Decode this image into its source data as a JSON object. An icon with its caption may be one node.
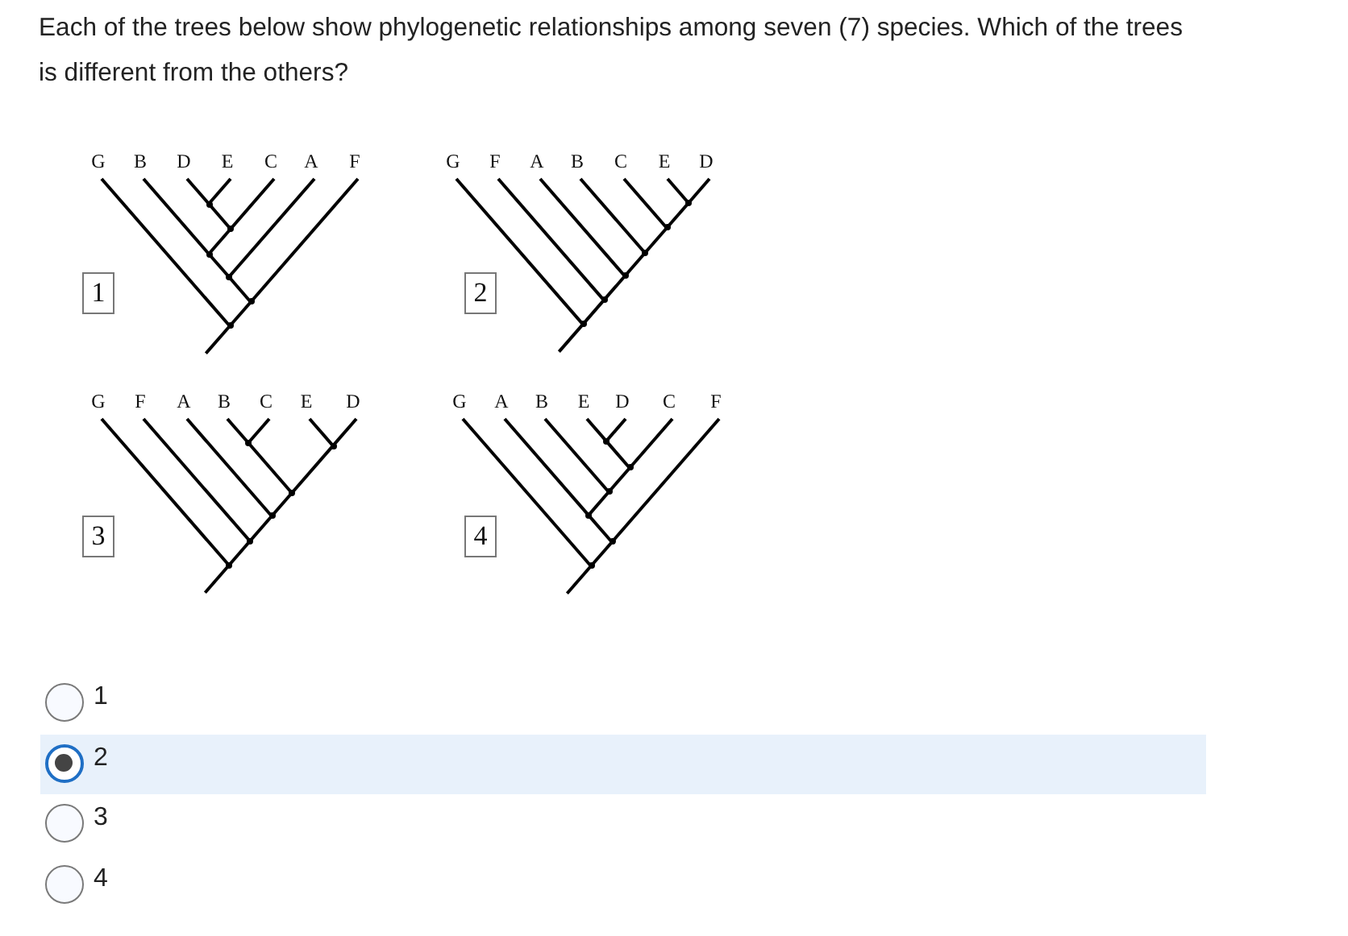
{
  "diagram": {
    "title": "Each of the trees below show phylogenetic relationships among seven (7) species. Which of the trees is different from the others?",
    "nodes": [
      {
        "text": [
          "G"
        ]
      },
      {
        "text": [
          "B"
        ]
      },
      {
        "text": [
          "D"
        ]
      },
      {
        "text": [
          "E"
        ]
      },
      {
        "text": [
          "C"
        ]
      },
      {
        "text": [
          "A"
        ]
      },
      {
        "text": [
          "F"
        ]
      },
      {
        "text": [],
        "shape": "point"
      },
      {
        "text": [],
        "shape": "point"
      },
      {
        "text": [],
        "shape": "point"
      },
      {
        "text": [],
        "shape": "point"
      },
      {
        "text": [],
        "shape": "point"
      },
      {
        "text": [],
        "shape": "point"
      },
      {
        "text": [
          "1"
        ]
      },
      {
        "text": [
          "G"
        ]
      },
      {
        "text": [
          "F"
        ]
      },
      {
        "text": [
          "A"
        ]
      },
      {
        "text": [
          "B"
        ]
      },
      {
        "text": [
          "C"
        ]
      },
      {
        "text": [
          "E"
        ]
      },
      {
        "text": [
          "D"
        ]
      },
      {
        "text": [],
        "shape": "point"
      },
      {
        "text": [],
        "shape": "point"
      },
      {
        "text": [],
        "shape": "point"
      },
      {
        "text": [],
        "shape": "point"
      },
      {
        "text": [],
        "shape": "point"
      },
      {
        "text": [],
        "shape": "point"
      },
      {
        "text": [
          "2"
        ]
      },
      {
        "text": [
          "G"
        ]
      },
      {
        "text": [
          "F"
        ]
      },
      {
        "text": [
          "A"
        ]
      },
      {
        "text": [
          "B"
        ]
      },
      {
        "text": [
          "C"
        ]
      },
      {
        "text": [
          "E"
        ]
      },
      {
        "text": [
          "D"
        ]
      },
      {
        "text": [],
        "shape": "point"
      },
      {
        "text": [],
        "shape": "point"
      },
      {
        "text": [],
        "shape": "point"
      },
      {
        "text": [],
        "shape": "point"
      },
      {
        "text": [],
        "shape": "point"
      },
      {
        "text": [],
        "shape": "point"
      },
      {
        "text": [
          "3"
        ]
      },
      {
        "text": [
          "G"
        ]
      },
      {
        "text": [
          "A"
        ]
      },
      {
        "text": [
          "B"
        ]
      },
      {
        "text": [
          "E"
        ]
      },
      {
        "text": [
          "D"
        ]
      },
      {
        "text": [
          "C"
        ]
      },
      {
        "text": [
          "F"
        ]
      },
      {
        "text": [],
        "shape": "point"
      },
      {
        "text": [],
        "shape": "point"
      },
      {
        "text": [],
        "shape": "point"
      },
      {
        "text": [],
        "shape": "point"
      },
      {
        "text": [],
        "shape": "point"
      },
      {
        "text": [],
        "shape": "point"
      },
      {
        "text": [
          "4"
        ]
      }
    ],
    "edges": [
      {
        "from": 7,
        "to": 2,
        "arrow": "none"
      },
      {
        "from": 7,
        "to": 3,
        "arrow": "none"
      },
      {
        "from": 8,
        "to": 7,
        "arrow": "none"
      },
      {
        "from": 8,
        "to": 4,
        "arrow": "none"
      },
      {
        "from": 9,
        "to": 1,
        "arrow": "none"
      },
      {
        "from": 9,
        "to": 8,
        "arrow": "none"
      },
      {
        "from": 10,
        "to": 9,
        "arrow": "none"
      },
      {
        "from": 10,
        "to": 5,
        "arrow": "none"
      },
      {
        "from": 11,
        "to": 10,
        "arrow": "none"
      },
      {
        "from": 11,
        "to": 6,
        "arrow": "none"
      },
      {
        "from": 12,
        "to": 0,
        "arrow": "none"
      },
      {
        "from": 12,
        "to": 11,
        "arrow": "none"
      },
      {
        "from": null,
        "to": 12,
        "arrow": "none"
      },
      {
        "from": 21,
        "to": 19,
        "arrow": "none"
      },
      {
        "from": 21,
        "to": 20,
        "arrow": "none"
      },
      {
        "from": 22,
        "to": 18,
        "arrow": "none"
      },
      {
        "from": 22,
        "to": 21,
        "arrow": "none"
      },
      {
        "from": 23,
        "to": 17,
        "arrow": "none"
      },
      {
        "from": 23,
        "to": 22,
        "arrow": "none"
      },
      {
        "from": 24,
        "to": 16,
        "arrow": "none"
      },
      {
        "from": 24,
        "to": 23,
        "arrow": "none"
      },
      {
        "from": 25,
        "to": 15,
        "arrow": "none"
      },
      {
        "from": 25,
        "to": 24,
        "arrow": "none"
      },
      {
        "from": 26,
        "to": 14,
        "arrow": "none"
      },
      {
        "from": 26,
        "to": 25,
        "arrow": "none"
      },
      {
        "from": null,
        "to": 26,
        "arrow": "none"
      },
      {
        "from": 35,
        "to": 31,
        "arrow": "none"
      },
      {
        "from": 35,
        "to": 32,
        "arrow": "none"
      },
      {
        "from": 36,
        "to": 33,
        "arrow": "none"
      },
      {
        "from": 36,
        "to": 34,
        "arrow": "none"
      },
      {
        "from": 37,
        "to": 35,
        "arrow": "none"
      },
      {
        "from": 37,
        "to": 36,
        "arrow": "none"
      },
      {
        "from": 38,
        "to": 30,
        "arrow": "none"
      },
      {
        "from": 38,
        "to": 37,
        "arrow": "none"
      },
      {
        "from": 39,
        "to": 29,
        "arrow": "none"
      },
      {
        "from": 39,
        "to": 38,
        "arrow": "none"
      },
      {
        "from": 40,
        "to": 28,
        "arrow": "none"
      },
      {
        "from": 40,
        "to": 39,
        "arrow": "none"
      },
      {
        "from": null,
        "to": 40,
        "arrow": "none"
      },
      {
        "from": 49,
        "to": 45,
        "arrow": "none"
      },
      {
        "from": 49,
        "to": 46,
        "arrow": "none"
      },
      {
        "from": 50,
        "to": 49,
        "arrow": "none"
      },
      {
        "from": 50,
        "to": 47,
        "arrow": "none"
      },
      {
        "from": 51,
        "to": 44,
        "arrow": "none"
      },
      {
        "from": 51,
        "to": 50,
        "arrow": "none"
      },
      {
        "from": 52,
        "to": 43,
        "arrow": "none"
      },
      {
        "from": 52,
        "to": 51,
        "arrow": "none"
      },
      {
        "from": 53,
        "to": 52,
        "arrow": "none"
      },
      {
        "from": 53,
        "to": 48,
        "arrow": "none"
      },
      {
        "from": 54,
        "to": 42,
        "arrow": "none"
      },
      {
        "from": 54,
        "to": 53,
        "arrow": "none"
      },
      {
        "from": null,
        "to": 54,
        "arrow": "none"
      }
    ],
    "labels": [
      "1",
      "2",
      "3",
      "4"
    ]
  }
}
